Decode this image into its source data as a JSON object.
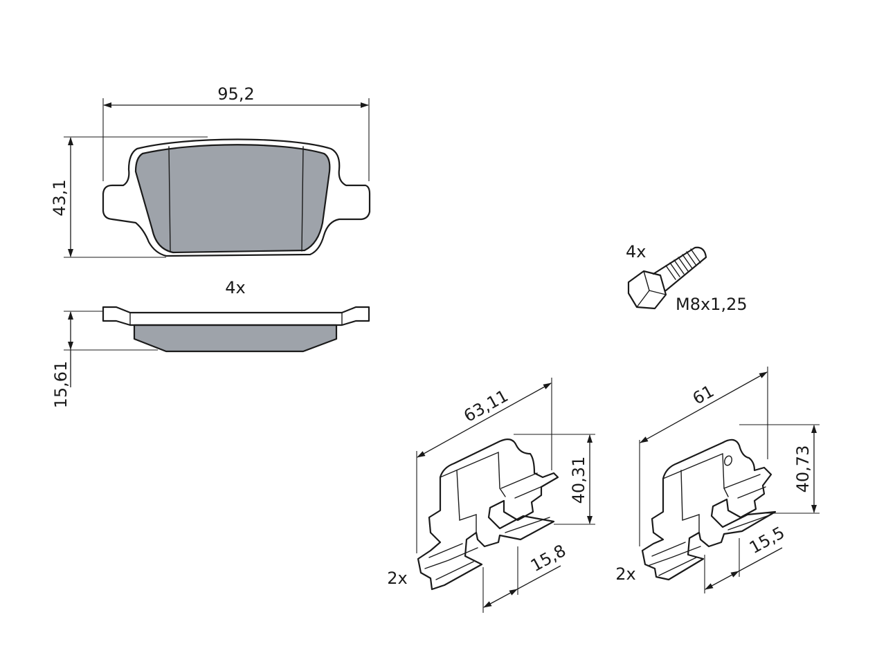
{
  "colors": {
    "line": "#1a1a1a",
    "friction_fill": "#9ea3aa",
    "background": "#ffffff"
  },
  "brake_pad": {
    "width_label": "95,2",
    "height_label": "43,1",
    "quantity_label": "4x",
    "thickness_label": "15,61"
  },
  "bolt": {
    "quantity_label": "4x",
    "thread_label": "M8x1,25"
  },
  "clip_left": {
    "length_label": "63,11",
    "height_label": "40,31",
    "width_label": "15,8",
    "quantity_label": "2x"
  },
  "clip_right": {
    "length_label": "61",
    "height_label": "40,73",
    "width_label": "15,5",
    "quantity_label": "2x"
  }
}
